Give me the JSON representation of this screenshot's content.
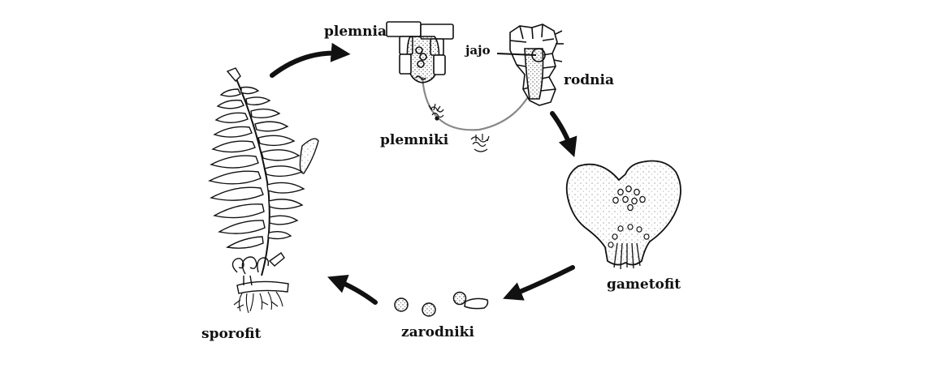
{
  "diagram": {
    "labels": {
      "plemnia": "plemnia",
      "jajo": "jajo",
      "rodnia": "rodnia",
      "plemniki": "plemniki",
      "gametofit": "gametofit",
      "zarodniki": "zarodniki",
      "sporofit": "sporofit"
    },
    "colors": {
      "ink": "#111111",
      "stipple": "#555555"
    },
    "icons": [
      "fern-frond-icon",
      "antheridium-icon",
      "archegonium-icon",
      "sperm-icon",
      "prothallus-icon",
      "spore-icon",
      "cycle-arrow-icon"
    ]
  }
}
